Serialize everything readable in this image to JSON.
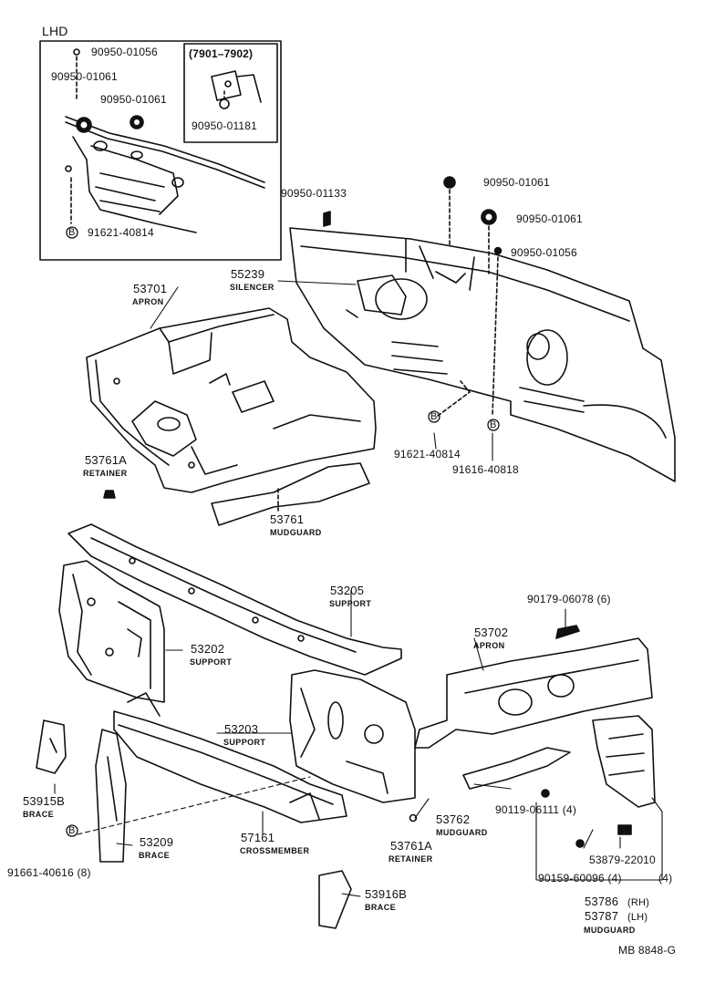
{
  "lhd_inset": {
    "title": "LHD",
    "variant_box": "(7901–7902)",
    "variant_part": "90950-01181",
    "parts": [
      "90950-01056",
      "90950-01061",
      "90950-01061",
      "91621-40814"
    ]
  },
  "callouts": {
    "p_90950_01133": "90950-01133",
    "p_90950_01061_a": "90950-01061",
    "p_90950_01061_b": "90950-01061",
    "p_90950_01056": "90950-01056",
    "p_91621_40814": "91621-40814",
    "p_91616_40818": "91616-40818",
    "p_53701": "53701",
    "p_53701_name": "APRON",
    "p_55239": "55239",
    "p_55239_name": "SILENCER",
    "p_53761A": "53761A",
    "p_53761A_name": "RETAINER",
    "p_53761": "53761",
    "p_53761_name": "MUDGUARD",
    "p_53205": "53205",
    "p_53205_name": "SUPPORT",
    "p_53202": "53202",
    "p_53202_name": "SUPPORT",
    "p_90179": "90179-06078 (6)",
    "p_53702": "53702",
    "p_53702_name": "APRON",
    "p_53203": "53203",
    "p_53203_name": "SUPPORT",
    "p_53915B": "53915B",
    "p_53915B_name": "BRACE",
    "p_53209": "53209",
    "p_53209_name": "BRACE",
    "p_91661": "91661-40616 (8)",
    "p_57161": "57161",
    "p_57161_name": "CROSSMEMBER",
    "p_53761A_2": "53761A",
    "p_53761A_2_name": "RETAINER",
    "p_53762": "53762",
    "p_53762_name": "MUDGUARD",
    "p_90119": "90119-06111 (4)",
    "p_53879": "53879-22010",
    "p_90159": "90159-60096 (4)",
    "p_qty4": "(4)",
    "p_53786": "53786",
    "p_53786_side": "(RH)",
    "p_53787": "53787",
    "p_53787_side": "(LH)",
    "p_5378x_name": "MUDGUARD",
    "p_53916B": "53916B",
    "p_53916B_name": "BRACE",
    "bolt_marker": "B"
  },
  "footer_code": "MB 8848-G"
}
